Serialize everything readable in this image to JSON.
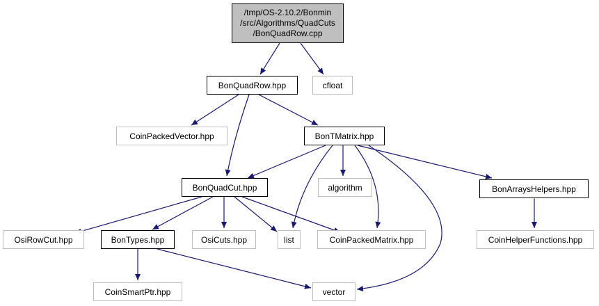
{
  "root": {
    "lines": [
      "/tmp/OS-2.10.2/Bonmin",
      "/src/Algorithms/QuadCuts",
      "/BonQuadRow.cpp"
    ]
  },
  "nodes": {
    "bon_quad_row_hpp": "BonQuadRow.hpp",
    "cfloat": "cfloat",
    "coin_packed_vector_hpp": "CoinPackedVector.hpp",
    "bon_t_matrix_hpp": "BonTMatrix.hpp",
    "bon_quad_cut_hpp": "BonQuadCut.hpp",
    "algorithm": "algorithm",
    "bon_arrays_helpers_hpp": "BonArraysHelpers.hpp",
    "osi_row_cut_hpp": "OsiRowCut.hpp",
    "bon_types_hpp": "BonTypes.hpp",
    "osi_cuts_hpp": "OsiCuts.hpp",
    "list": "list",
    "coin_packed_matrix_hpp": "CoinPackedMatrix.hpp",
    "coin_helper_functions_hpp": "CoinHelperFunctions.hpp",
    "coin_smart_ptr_hpp": "CoinSmartPtr.hpp",
    "vector": "vector"
  },
  "colors": {
    "edge": "#191970",
    "documented_border": "#000000",
    "external_border": "#bfbfbf",
    "root_fill": "#bfbfbf"
  }
}
